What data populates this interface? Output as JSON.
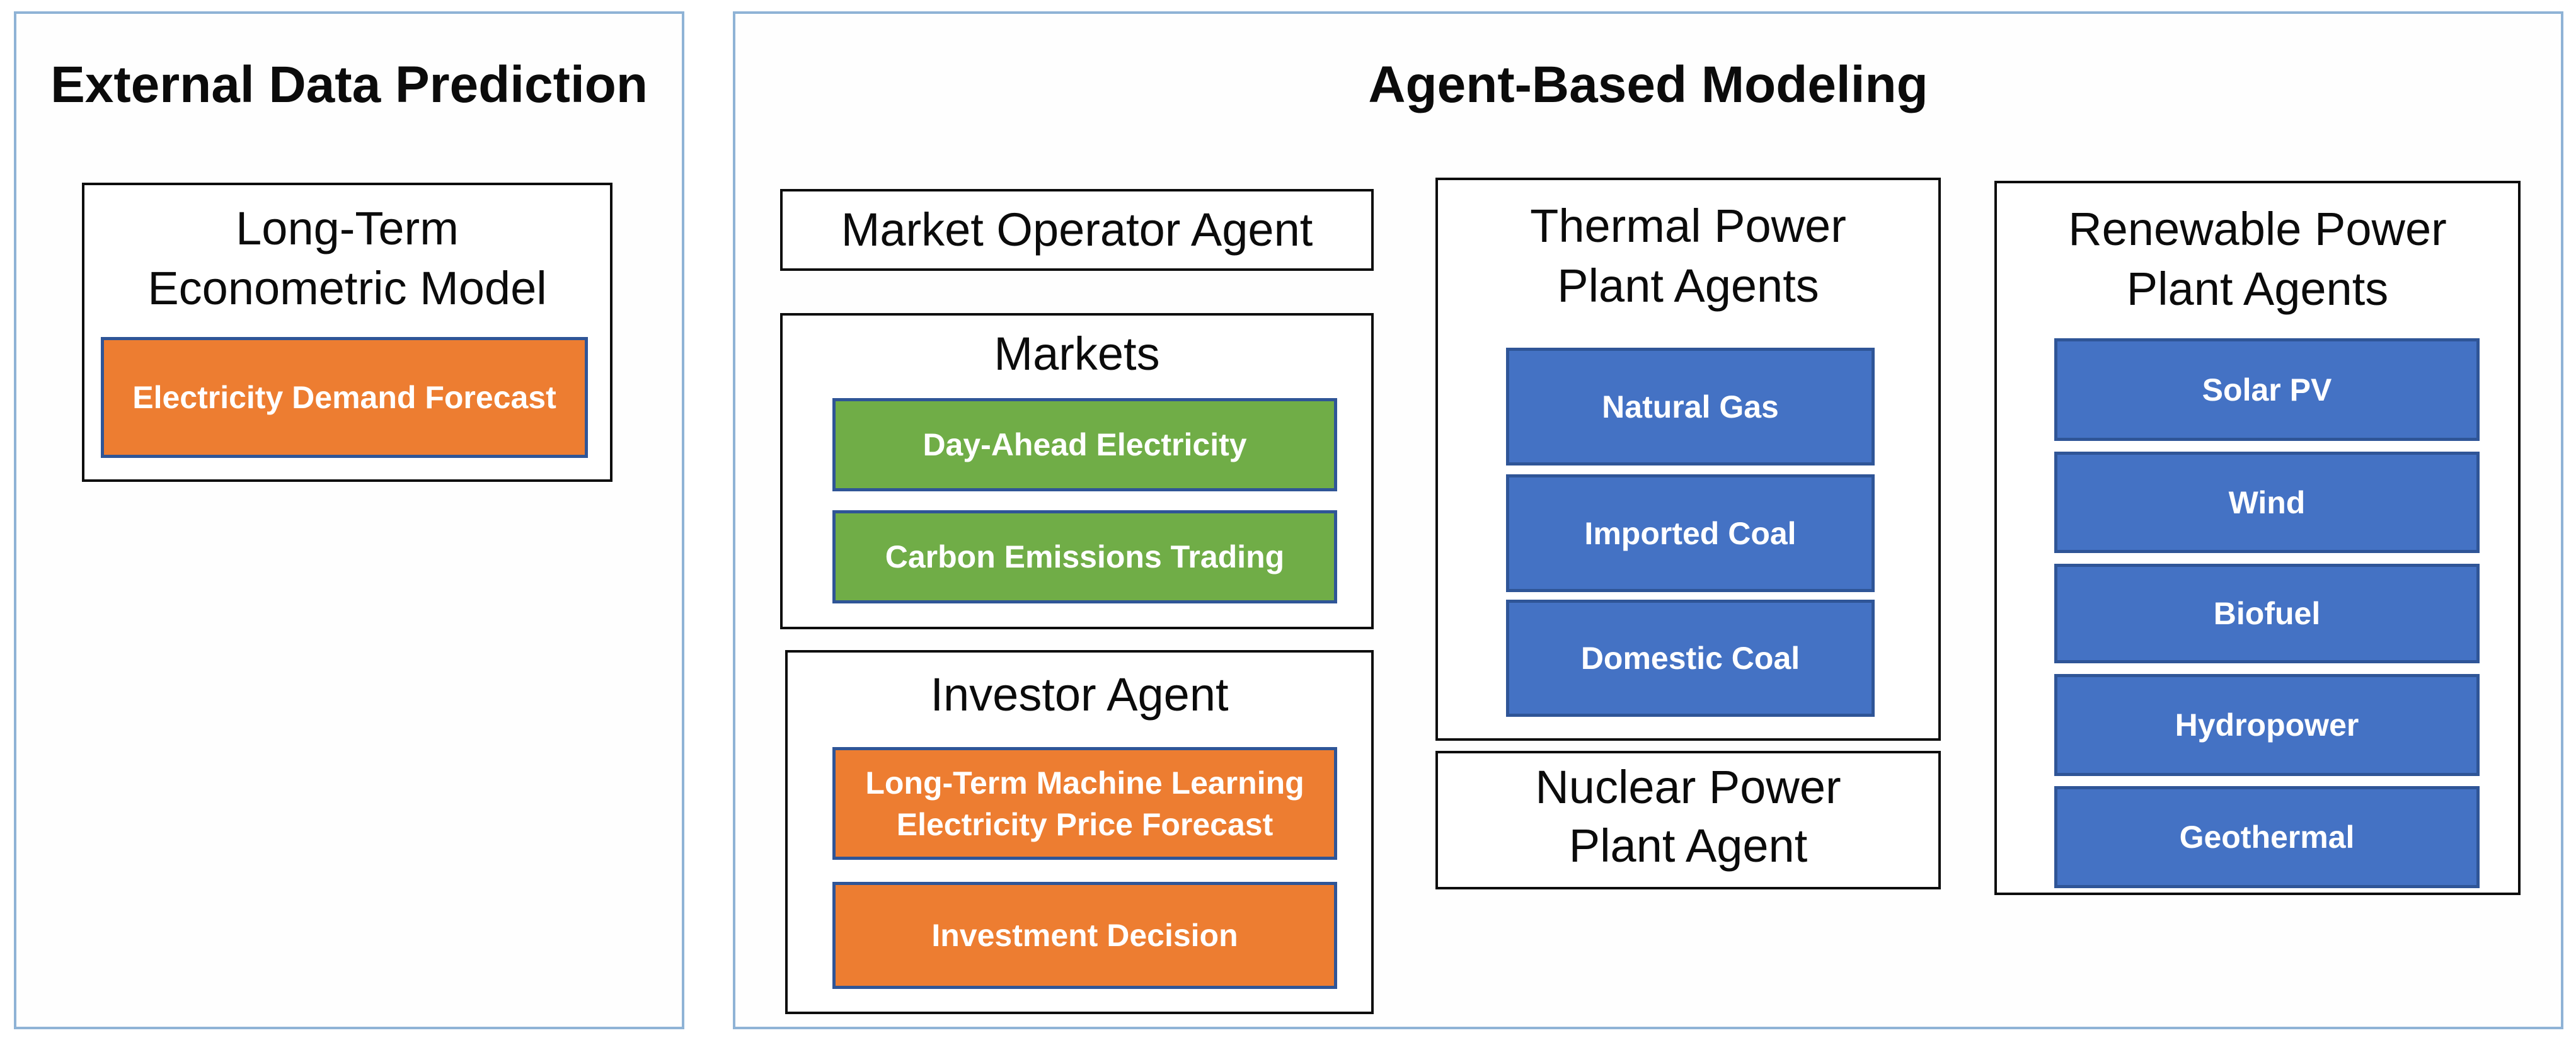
{
  "colors": {
    "panel_border": "#8fb3d6",
    "white_box_border": "#0d0d0d",
    "colored_box_border": "#2f5597",
    "orange_fill": "#ed7d31",
    "green_fill": "#70ad47",
    "blue_fill": "#4472c4",
    "label_text": "#ffffff",
    "title_text": "#0b0b0b"
  },
  "left_panel": {
    "title": "External Data Prediction",
    "model_box": {
      "title_lines": [
        "Long-Term",
        "Econometric Model"
      ],
      "item": {
        "label_lines": [
          "Electricity Demand Forecast"
        ],
        "color": "orange"
      }
    }
  },
  "right_panel": {
    "title": "Agent-Based Modeling",
    "market_operator_box": {
      "title_lines": [
        "Market Operator Agent"
      ]
    },
    "markets_box": {
      "title_lines": [
        "Markets"
      ],
      "items": [
        {
          "label_lines": [
            "Day-Ahead Electricity"
          ],
          "color": "green"
        },
        {
          "label_lines": [
            "Carbon Emissions Trading"
          ],
          "color": "green"
        }
      ]
    },
    "investor_box": {
      "title_lines": [
        "Investor Agent"
      ],
      "items": [
        {
          "label_lines": [
            "Long-Term Machine Learning",
            "Electricity Price Forecast"
          ],
          "color": "orange"
        },
        {
          "label_lines": [
            "Investment Decision"
          ],
          "color": "orange"
        }
      ]
    },
    "thermal_box": {
      "title_lines": [
        "Thermal Power",
        "Plant Agents"
      ],
      "items": [
        {
          "label_lines": [
            "Natural Gas"
          ],
          "color": "blue"
        },
        {
          "label_lines": [
            "Imported Coal"
          ],
          "color": "blue"
        },
        {
          "label_lines": [
            "Domestic Coal"
          ],
          "color": "blue"
        }
      ]
    },
    "nuclear_box": {
      "title_lines": [
        "Nuclear Power",
        "Plant Agent"
      ]
    },
    "renewable_box": {
      "title_lines": [
        "Renewable Power",
        "Plant Agents"
      ],
      "items": [
        {
          "label_lines": [
            "Solar PV"
          ],
          "color": "blue"
        },
        {
          "label_lines": [
            "Wind"
          ],
          "color": "blue"
        },
        {
          "label_lines": [
            "Biofuel"
          ],
          "color": "blue"
        },
        {
          "label_lines": [
            "Hydropower"
          ],
          "color": "blue"
        },
        {
          "label_lines": [
            "Geothermal"
          ],
          "color": "blue"
        }
      ]
    }
  }
}
